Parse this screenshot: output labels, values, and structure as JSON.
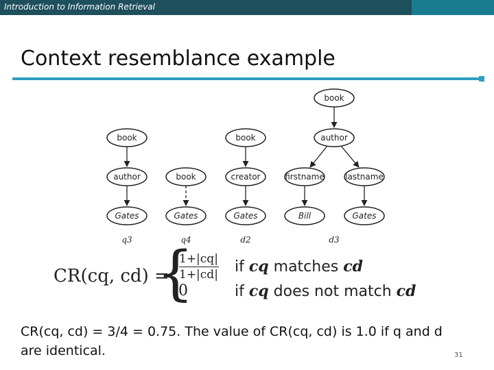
{
  "header": {
    "course_title": "Introduction to Information Retrieval",
    "bar_color": "#1e4f5c",
    "accent_color": "#2f9fc2"
  },
  "slide": {
    "title": "Context resemblance example",
    "page_number": "31"
  },
  "trees": [
    {
      "label": "q3",
      "nodes": [
        "book",
        "author",
        "Gates"
      ]
    },
    {
      "label": "q4",
      "nodes": [
        "book",
        "Gates"
      ],
      "edge_style": "dashed"
    },
    {
      "label": "d2",
      "nodes": [
        "book",
        "creator",
        "Gates"
      ]
    },
    {
      "label": "d3",
      "nodes": [
        "book",
        "author",
        "firstname",
        "lastname",
        "Bill",
        "Gates"
      ]
    }
  ],
  "formula": {
    "lhs_cr": "CR",
    "lhs_args": "(cq, cd) =",
    "case1_num": "1+|cq|",
    "case1_den": "1+|cd|",
    "case1_cond_if": "if",
    "case1_cond_cq": "cq",
    "case1_cond_verb": "matches",
    "case1_cond_cd": "cd",
    "case2_value": "0",
    "case2_cond_if": "if",
    "case2_cond_cq": "cq",
    "case2_cond_verb": "does not match",
    "case2_cond_cd": "cd"
  },
  "explanation": {
    "cr1": "CR",
    "part1": "(cq, cd) = 3/4 = 0.75. The value of ",
    "cr2": "CR",
    "part2": "(cq, cd) is 1.0 if q and d are identical."
  }
}
